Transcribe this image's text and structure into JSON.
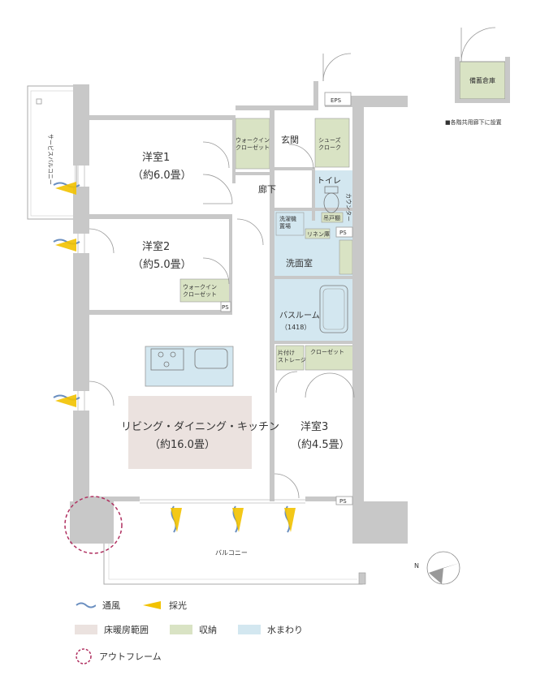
{
  "colors": {
    "wall": "#c8c8c8",
    "heating": "#ebe2df",
    "storage": "#d9e3c4",
    "water": "#d3e7f0",
    "wind": "#6a8fc0",
    "light": "#f2c200",
    "outframe": "#b03060"
  },
  "storage_room": {
    "label": "備蓄倉庫",
    "note": "■各階共用廊下に設置"
  },
  "eps": "EPS",
  "ps": "PS",
  "rooms": {
    "western1": {
      "name": "洋室1",
      "size": "（約6.0畳）"
    },
    "western2": {
      "name": "洋室2",
      "size": "（約5.0畳）"
    },
    "western3": {
      "name": "洋室3",
      "size": "（約4.5畳）"
    },
    "ldk": {
      "name": "リビング・ダイニング・キッチン",
      "size": "（約16.0畳）"
    },
    "entrance": "玄関",
    "hallway": "廊下",
    "toilet": "トイレ",
    "counter": "カウンター",
    "washroom": "洗面室",
    "bathroom": {
      "name": "バスルーム",
      "size": "（1418）"
    },
    "balcony": "バルコニー",
    "service_balcony": "サービスバルコニー"
  },
  "storage": {
    "wic1": "ウォークイン\nクローゼット",
    "wic2": "ウォークイン\nクローゼット",
    "shoes": "シューズ\nクローク",
    "closet": "クローゼット",
    "shelf": "吊戸棚",
    "linen": "リネン庫",
    "washer": "洗濯機\n置場",
    "slim": "片付け\nストレージ"
  },
  "compass": "N",
  "legend": {
    "wind": "通風",
    "light": "採光",
    "heating": "床暖房範囲",
    "storage": "収納",
    "water": "水まわり",
    "outframe": "アウトフレーム"
  }
}
